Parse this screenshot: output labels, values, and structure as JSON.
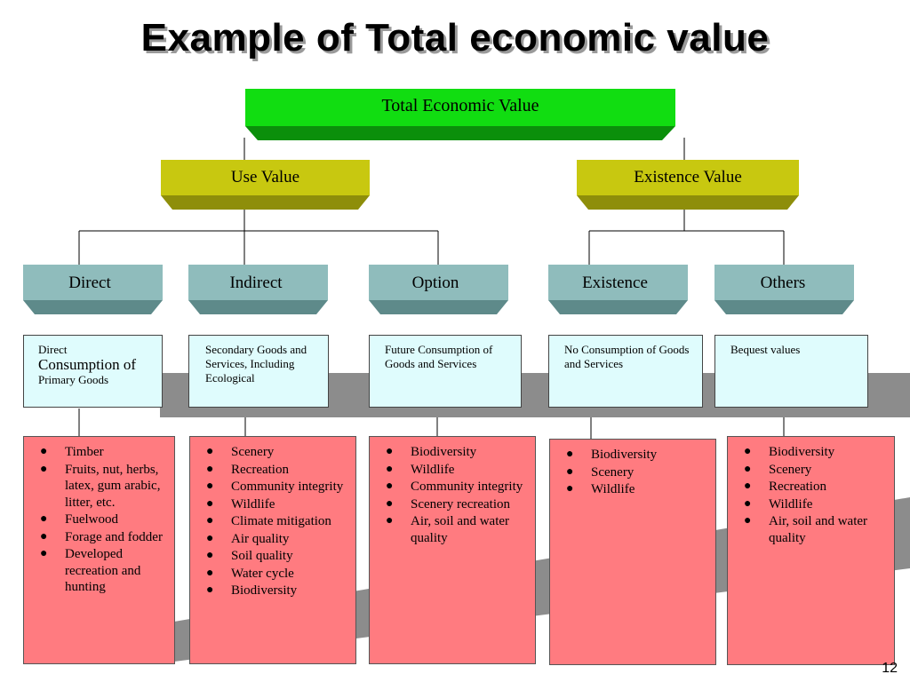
{
  "title": "Example of Total economic value",
  "page_number": "12",
  "root": {
    "label": "Total Economic Value",
    "color": "#11cc11"
  },
  "level2": [
    {
      "label": "Use Value",
      "color": "#c8c80a"
    },
    {
      "label": "Existence Value",
      "color": "#c8c80a"
    }
  ],
  "categories": [
    {
      "label": "Direct",
      "desc": [
        "Direct",
        "Consumption of",
        "Primary Goods"
      ],
      "items": [
        "Timber",
        "Fruits, nut, herbs, latex, gum arabic, litter, etc.",
        "Fuelwood",
        "Forage and fodder",
        "Developed recreation and hunting"
      ]
    },
    {
      "label": "Indirect",
      "desc": [
        "Secondary Goods and Services, Including Ecological"
      ],
      "items": [
        "Scenery",
        "Recreation",
        "Community integrity",
        "Wildlife",
        "Climate mitigation",
        "Air quality",
        "Soil quality",
        "Water cycle",
        "Biodiversity"
      ]
    },
    {
      "label": "Option",
      "desc": [
        "Future Consumption of Goods and Services"
      ],
      "items": [
        "Biodiversity",
        "Wildlife",
        "Community integrity",
        "Scenery recreation",
        "Air, soil and water quality"
      ]
    },
    {
      "label": "Existence",
      "desc": [
        "No Consumption of Goods and Services"
      ],
      "items": [
        "Biodiversity",
        "Scenery",
        "Wildlife"
      ]
    },
    {
      "label": "Others",
      "desc": [
        "Bequest values"
      ],
      "items": [
        "Biodiversity",
        "Scenery",
        "Recreation",
        "Wildlife",
        "Air, soil and water quality"
      ]
    }
  ],
  "bullet": "●"
}
